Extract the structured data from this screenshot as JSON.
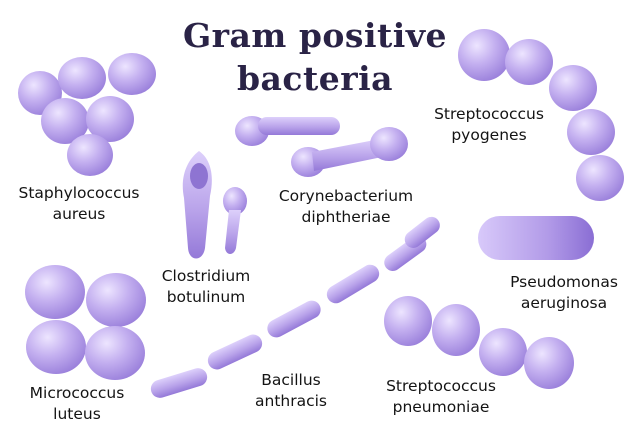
{
  "title": {
    "line1": "Gram positive",
    "line2": "bacteria"
  },
  "labels": {
    "staphylococcus": {
      "line1": "Staphylococcus",
      "line2": "aureus"
    },
    "clostridium": {
      "line1": "Clostridium",
      "line2": "botulinum"
    },
    "corynebacterium": {
      "line1": "Corynebacterium",
      "line2": "diphtheriae"
    },
    "streptococcus_pyogenes": {
      "line1": "Streptococcus",
      "line2": "pyogenes"
    },
    "pseudomonas": {
      "line1": "Pseudomonas",
      "line2": "aeruginosa"
    },
    "micrococcus": {
      "line1": "Micrococcus",
      "line2": "luteus"
    },
    "bacillus": {
      "line1": "Bacillus",
      "line2": "anthracis"
    },
    "streptococcus_pneumoniae": {
      "line1": "Streptococcus",
      "line2": "pneumoniae"
    }
  },
  "colors": {
    "cell_fill": "#b9a3ea",
    "cell_fill_light": "#ddd0fb",
    "cell_fill_dark": "#9479d8",
    "title_color": "#2a2346",
    "label_color": "#141414"
  }
}
